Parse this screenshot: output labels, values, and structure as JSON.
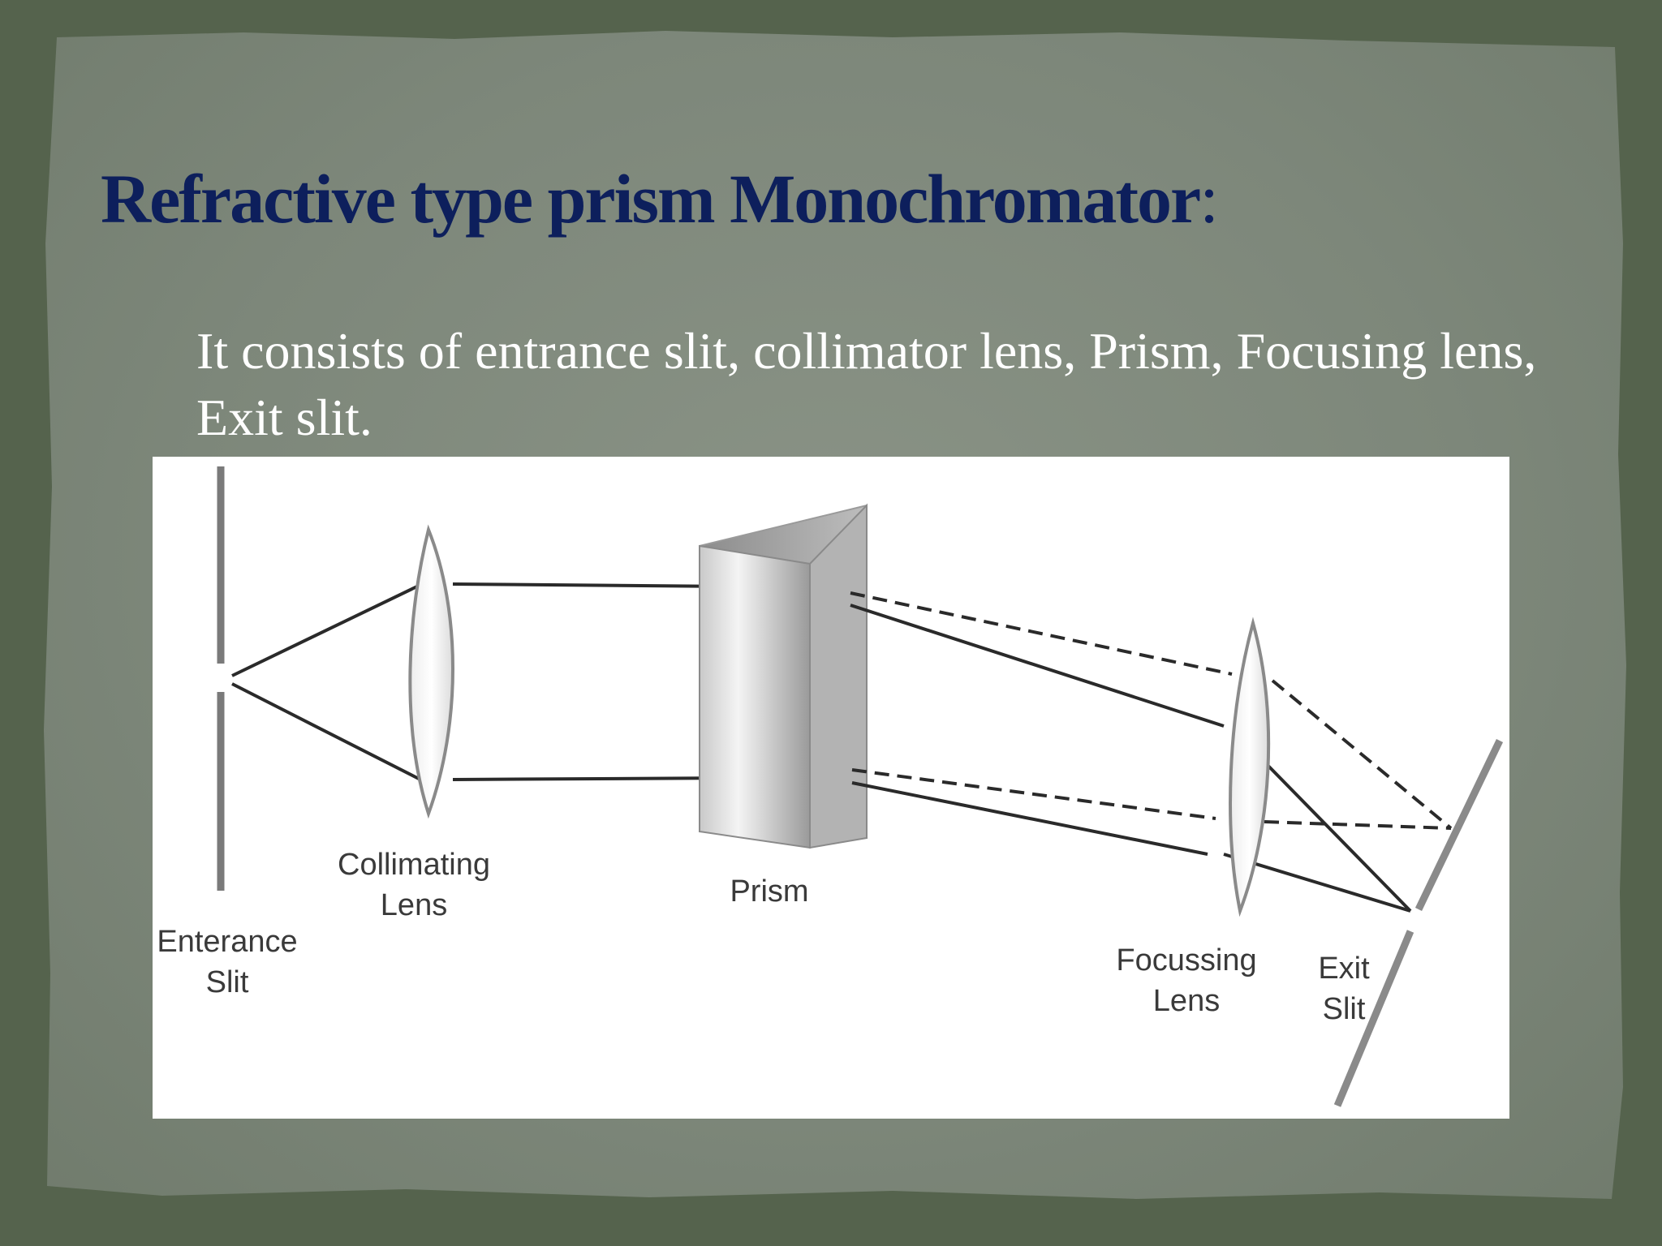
{
  "slide": {
    "title": "Refractive type prism Monochromator",
    "title_suffix": ":",
    "body": "It consists of entrance slit, collimator lens, Prism, Focusing lens, Exit slit."
  },
  "diagram": {
    "labels": {
      "entrance_slit_line1": "Enterance",
      "entrance_slit_line2": "Slit",
      "collimating_lens_line1": "Collimating",
      "collimating_lens_line2": "Lens",
      "prism": "Prism",
      "focussing_lens_line1": "Focussing",
      "focussing_lens_line2": "Lens",
      "exit_slit_line1": "Exit",
      "exit_slit_line2": "Slit"
    }
  },
  "colors": {
    "title": "#0d1f5c",
    "body_text": "#ffffff",
    "background": "#7d877a",
    "frame": "#5d6b55"
  }
}
